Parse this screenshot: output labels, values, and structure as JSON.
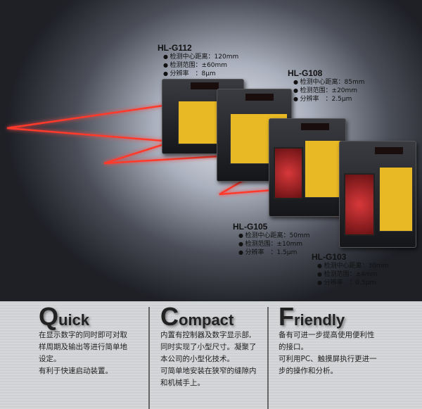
{
  "products": [
    {
      "model": "HL-G112",
      "specs": [
        "检测中心距离：120mm",
        "检测范围：±60mm",
        "分辨率　：8μm"
      ]
    },
    {
      "model": "HL-G108",
      "specs": [
        "检测中心距离：85mm",
        "检测范围：±20mm",
        "分辨率　：2.5μm"
      ]
    },
    {
      "model": "HL-G105",
      "specs": [
        "检测中心距离：50mm",
        "检测范围：±10mm",
        "分辨率　：1.5μm"
      ]
    },
    {
      "model": "HL-G103",
      "specs": [
        "检测中心距离：30mm",
        "检测范围：±4mm",
        "分辨率　：0.5μm"
      ]
    }
  ],
  "features": [
    {
      "initial": "Q",
      "rest": "uick",
      "text": "在显示数字的同时即可对取\n样周期及输出等进行简单地\n设定。\n有利于快速启动装置。"
    },
    {
      "initial": "C",
      "rest": "ompact",
      "text": "内置有控制器及数字显示部,\n同时实现了小型尺寸。凝聚了\n本公司的小型化技术。\n可简单地安装在狭窄的缝隙内\n和机械手上。"
    },
    {
      "initial": "F",
      "rest": "riendly",
      "text": "备有可进一步提高使用便利性\n的接口。\n可利用PC、触摸屏执行更进一\n步的操作和分析。"
    }
  ],
  "colors": {
    "laser": "#ff3a2a",
    "label": "#e8b924"
  }
}
